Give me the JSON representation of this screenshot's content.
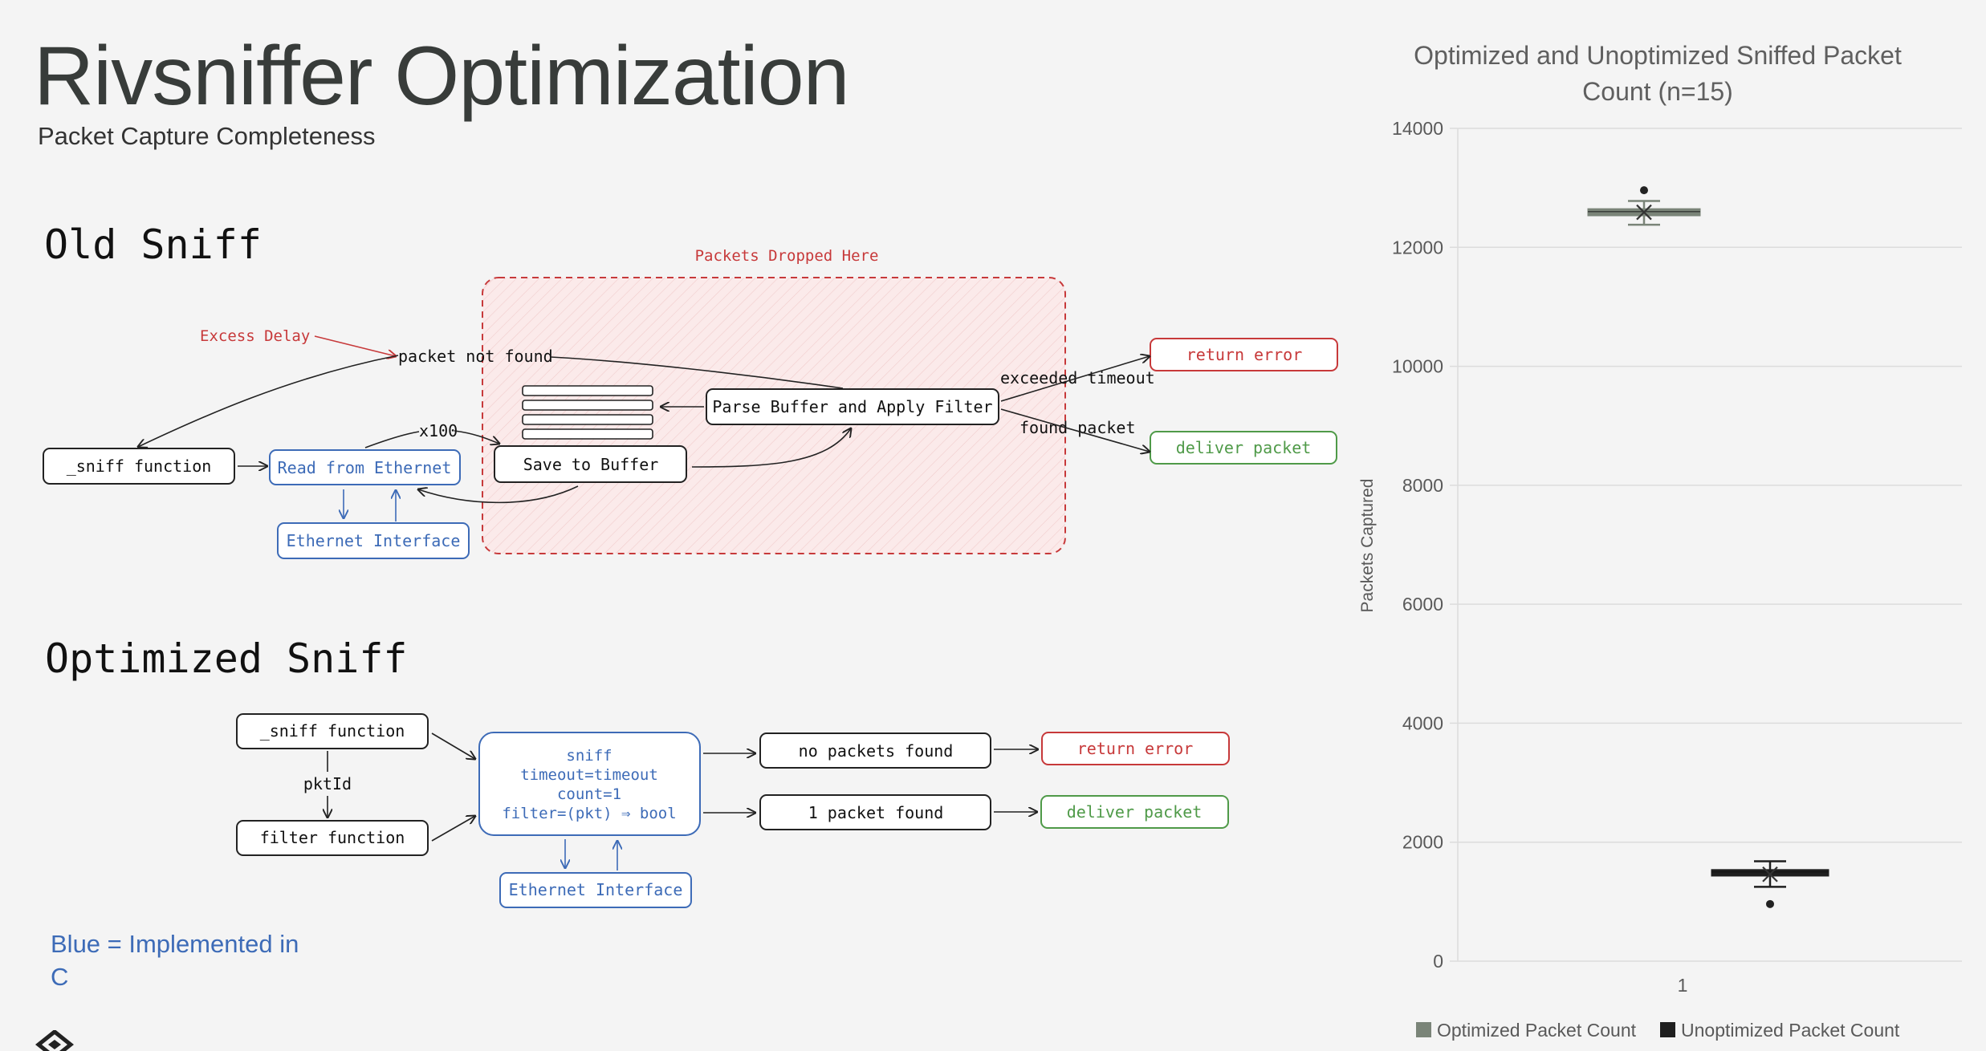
{
  "header": {
    "title": "Rivsniffer Optimization",
    "subtitle": "Packet Capture Completeness"
  },
  "old_sniff": {
    "heading": "Old Sniff",
    "dropped_label": "Packets Dropped Here",
    "excess_delay": "Excess Delay",
    "packet_not_found": "packet not found",
    "x100": "x100",
    "sniff_function": "_sniff function",
    "read_from_ethernet": "Read from Ethernet",
    "ethernet_interface": "Ethernet Interface",
    "save_to_buffer": "Save to Buffer",
    "parse_buffer": "Parse Buffer and Apply Filter",
    "exceeded_timeout": "exceeded timeout",
    "found_packet": "found packet",
    "return_error": "return error",
    "deliver_packet": "deliver packet"
  },
  "optimized_sniff": {
    "heading": "Optimized Sniff",
    "sniff_function": "_sniff function",
    "pkt_id": "pktId",
    "filter_function": "filter function",
    "sniff_line1": "sniff",
    "sniff_line2": "timeout=timeout",
    "sniff_line3": "count=1",
    "sniff_line4": "filter=(pkt) ⇒ bool",
    "ethernet_interface": "Ethernet Interface",
    "no_packets_found": "no packets found",
    "one_packet_found": "1 packet found",
    "return_error": "return error",
    "deliver_packet": "deliver packet"
  },
  "legend_note": "Blue = Implemented in C",
  "colors": {
    "blue": "#3d6bb7",
    "red": "#c7393a",
    "green": "#4f9a48",
    "optimized": "#7a8478",
    "unoptimized": "#1f1f1f"
  },
  "chart_data": {
    "type": "box",
    "title": "Optimized and Unoptimized Sniffed Packet Count (n=15)",
    "xlabel": "",
    "ylabel": "Packets Captured",
    "categories": [
      "1"
    ],
    "ylim": [
      0,
      14000
    ],
    "yticks": [
      0,
      2000,
      4000,
      6000,
      8000,
      10000,
      12000,
      14000
    ],
    "grid": true,
    "legend_position": "bottom",
    "series": [
      {
        "name": "Optimized Packet Count",
        "color": "#7a8478",
        "min": 12380,
        "q1": 12530,
        "median": 12600,
        "q3": 12650,
        "max": 12780,
        "mean": 12590,
        "outliers": [
          12960
        ]
      },
      {
        "name": "Unoptimized Packet Count",
        "color": "#1f1f1f",
        "min": 1250,
        "q1": 1430,
        "median": 1500,
        "q3": 1540,
        "max": 1680,
        "mean": 1460,
        "outliers": [
          960
        ]
      }
    ]
  }
}
